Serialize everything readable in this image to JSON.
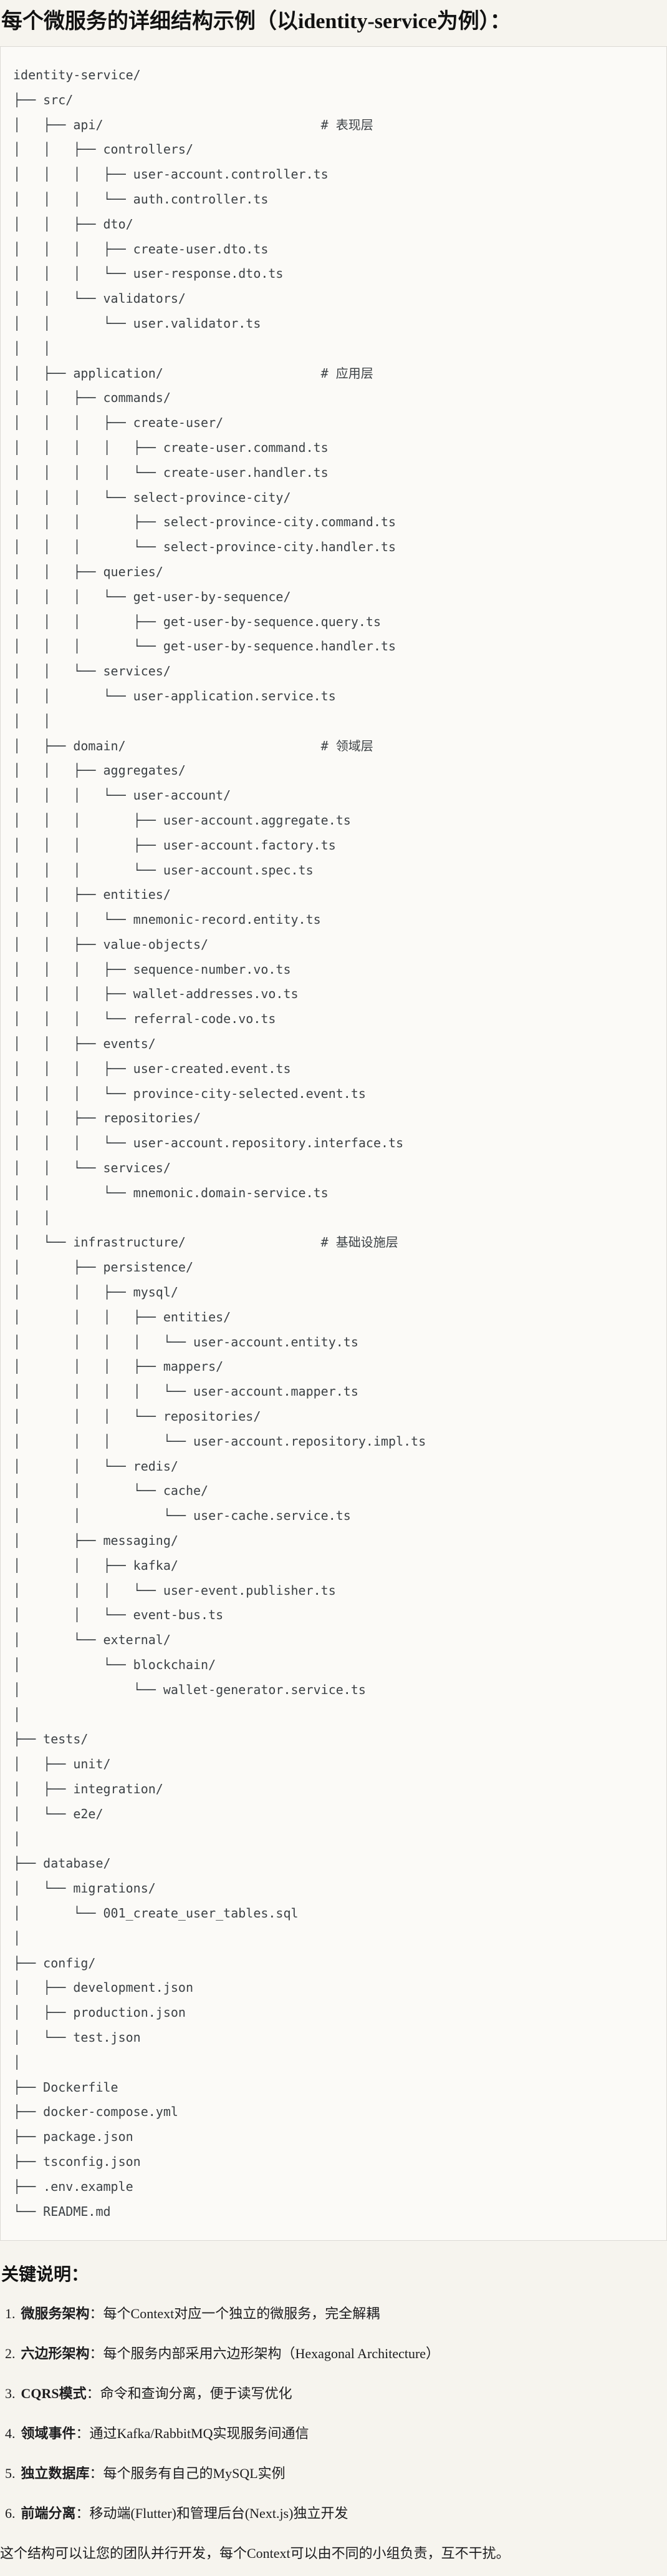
{
  "page": {
    "title": "每个微服务的详细结构示例（以identity-service为例）：",
    "notes_heading": "关键说明：",
    "notes": [
      {
        "num": "1.",
        "term": "微服务架构",
        "colon": "：",
        "desc": "每个Context对应一个独立的微服务，完全解耦"
      },
      {
        "num": "2.",
        "term": "六边形架构",
        "colon": "：",
        "desc": "每个服务内部采用六边形架构（Hexagonal Architecture）"
      },
      {
        "num": "3.",
        "term": "CQRS模式",
        "colon": "：",
        "desc": "命令和查询分离，便于读写优化"
      },
      {
        "num": "4.",
        "term": "领域事件",
        "colon": "：",
        "desc": "通过Kafka/RabbitMQ实现服务间通信"
      },
      {
        "num": "5.",
        "term": "独立数据库",
        "colon": "：",
        "desc": "每个服务有自己的MySQL实例"
      },
      {
        "num": "6.",
        "term": "前端分离",
        "colon": "：",
        "desc": "移动端(Flutter)和管理后台(Next.js)独立开发"
      }
    ],
    "footer": "这个结构可以让您的团队并行开发，每个Context可以由不同的小组负责，互不干扰。"
  },
  "file_tree": {
    "root": "identity-service/",
    "layer_comments": [
      "# 表现层",
      "# 应用层",
      "# 领域层",
      "# 基础设施层"
    ],
    "lines": [
      "identity-service/",
      "├── src/",
      "│   ├── api/                             # 表现层",
      "│   │   ├── controllers/",
      "│   │   │   ├── user-account.controller.ts",
      "│   │   │   └── auth.controller.ts",
      "│   │   ├── dto/",
      "│   │   │   ├── create-user.dto.ts",
      "│   │   │   └── user-response.dto.ts",
      "│   │   └── validators/",
      "│   │       └── user.validator.ts",
      "│   │",
      "│   ├── application/                     # 应用层",
      "│   │   ├── commands/",
      "│   │   │   ├── create-user/",
      "│   │   │   │   ├── create-user.command.ts",
      "│   │   │   │   └── create-user.handler.ts",
      "│   │   │   └── select-province-city/",
      "│   │   │       ├── select-province-city.command.ts",
      "│   │   │       └── select-province-city.handler.ts",
      "│   │   ├── queries/",
      "│   │   │   └── get-user-by-sequence/",
      "│   │   │       ├── get-user-by-sequence.query.ts",
      "│   │   │       └── get-user-by-sequence.handler.ts",
      "│   │   └── services/",
      "│   │       └── user-application.service.ts",
      "│   │",
      "│   ├── domain/                          # 领域层",
      "│   │   ├── aggregates/",
      "│   │   │   └── user-account/",
      "│   │   │       ├── user-account.aggregate.ts",
      "│   │   │       ├── user-account.factory.ts",
      "│   │   │       └── user-account.spec.ts",
      "│   │   ├── entities/",
      "│   │   │   └── mnemonic-record.entity.ts",
      "│   │   ├── value-objects/",
      "│   │   │   ├── sequence-number.vo.ts",
      "│   │   │   ├── wallet-addresses.vo.ts",
      "│   │   │   └── referral-code.vo.ts",
      "│   │   ├── events/",
      "│   │   │   ├── user-created.event.ts",
      "│   │   │   └── province-city-selected.event.ts",
      "│   │   ├── repositories/",
      "│   │   │   └── user-account.repository.interface.ts",
      "│   │   └── services/",
      "│   │       └── mnemonic.domain-service.ts",
      "│   │",
      "│   └── infrastructure/                  # 基础设施层",
      "│       ├── persistence/",
      "│       │   ├── mysql/",
      "│       │   │   ├── entities/",
      "│       │   │   │   └── user-account.entity.ts",
      "│       │   │   ├── mappers/",
      "│       │   │   │   └── user-account.mapper.ts",
      "│       │   │   └── repositories/",
      "│       │   │       └── user-account.repository.impl.ts",
      "│       │   └── redis/",
      "│       │       └── cache/",
      "│       │           └── user-cache.service.ts",
      "│       ├── messaging/",
      "│       │   ├── kafka/",
      "│       │   │   └── user-event.publisher.ts",
      "│       │   └── event-bus.ts",
      "│       └── external/",
      "│           └── blockchain/",
      "│               └── wallet-generator.service.ts",
      "│",
      "├── tests/",
      "│   ├── unit/",
      "│   ├── integration/",
      "│   └── e2e/",
      "│",
      "├── database/",
      "│   └── migrations/",
      "│       └── 001_create_user_tables.sql",
      "│",
      "├── config/",
      "│   ├── development.json",
      "│   ├── production.json",
      "│   └── test.json",
      "│",
      "├── Dockerfile",
      "├── docker-compose.yml",
      "├── package.json",
      "├── tsconfig.json",
      "├── .env.example",
      "└── README.md"
    ]
  }
}
